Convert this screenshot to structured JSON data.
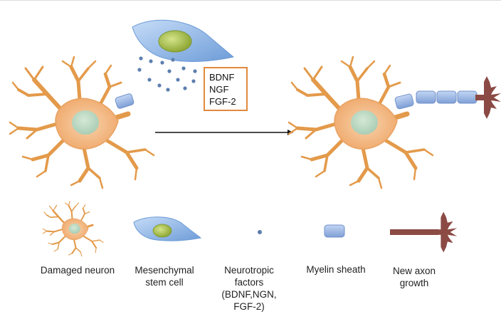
{
  "diagram": {
    "factors_box": {
      "lines": [
        "BDNF",
        "NGF",
        "FGF-2"
      ]
    },
    "legend": [
      {
        "key": "damaged_neuron",
        "lines": [
          "Damaged neuron"
        ]
      },
      {
        "key": "mesenchymal_stem_cell",
        "lines": [
          "Mesenchymal",
          "stem cell"
        ]
      },
      {
        "key": "neurotropic_factors",
        "lines": [
          "Neurotropic",
          "factors",
          "(BDNF,NGN,",
          "FGF-2)"
        ]
      },
      {
        "key": "myelin_sheath",
        "lines": [
          "Myelin sheath"
        ]
      },
      {
        "key": "new_axon_growth",
        "lines": [
          "New axon",
          "growth"
        ]
      }
    ],
    "colors": {
      "neuron_body": "#f2b987",
      "neuron_dendrite": "#e39a4a",
      "nucleus": "#bcd7c2",
      "stem_cell": "#8fb8e8",
      "stem_nucleus": "#a7c04b",
      "factor_dot": "#5d7fae",
      "myelin": "#9ab7e4",
      "axon_terminal": "#8b4a44",
      "box_border": "#e08a3c"
    }
  }
}
